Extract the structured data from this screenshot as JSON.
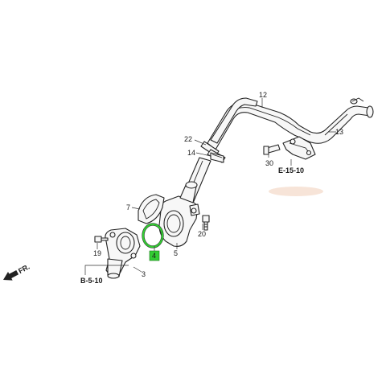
{
  "callouts": {
    "c12": "12",
    "c13": "13",
    "c22": "22",
    "c14": "14",
    "c30": "30",
    "c7": "7",
    "c20": "20",
    "c19": "19",
    "c5": "5",
    "c4": "4",
    "c3": "3"
  },
  "refs": {
    "e15_10": "E-15-10",
    "b5_10": "B-5-10",
    "fr": "FR."
  },
  "colors": {
    "highlight": "#33cc33",
    "line": "#222222",
    "watermark": "#f3d9c8"
  }
}
